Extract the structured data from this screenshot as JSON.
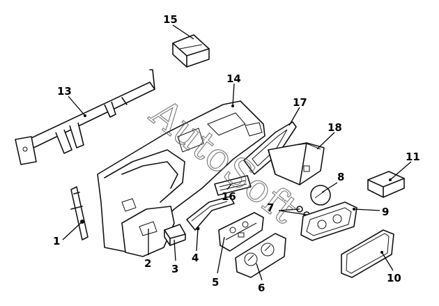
{
  "watermark": "AutoSoft",
  "callouts": [
    "1",
    "2",
    "3",
    "4",
    "5",
    "6",
    "7",
    "8",
    "9",
    "10",
    "11",
    "13",
    "14",
    "15",
    "16",
    "17",
    "18"
  ]
}
